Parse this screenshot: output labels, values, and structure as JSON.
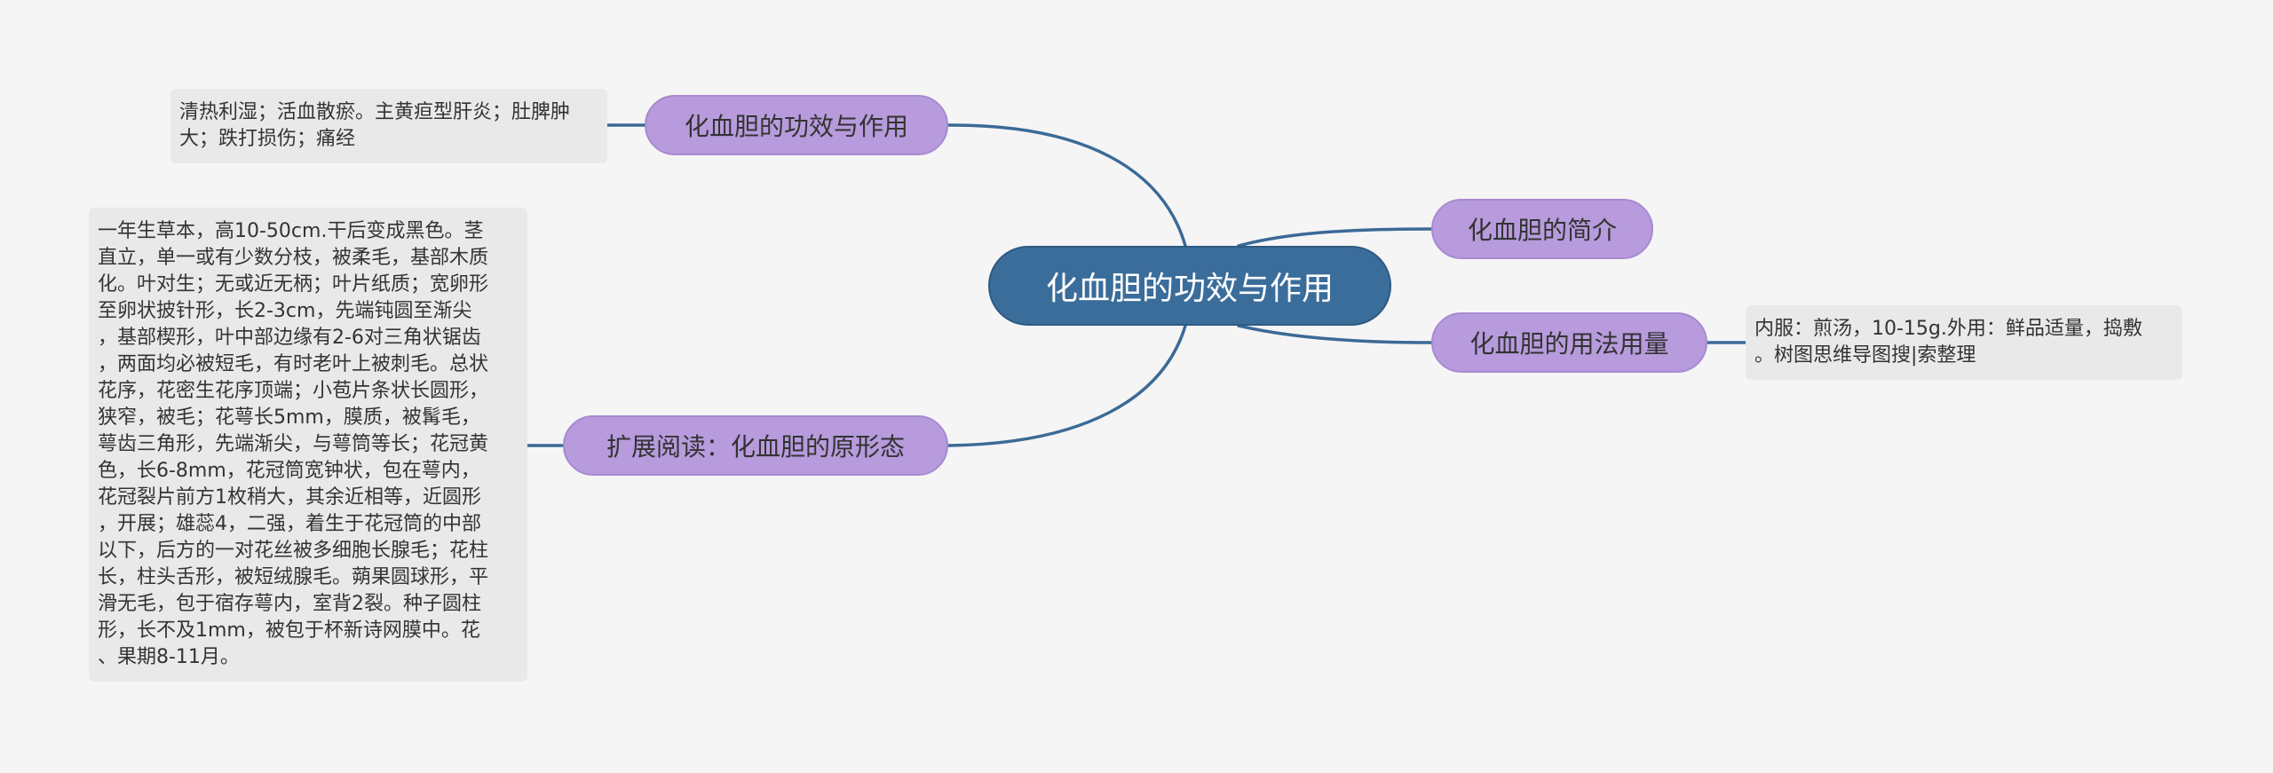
{
  "root": {
    "label": "化血胆的功效与作用"
  },
  "branches": {
    "effects": {
      "label": "化血胆的功效与作用"
    },
    "extended": {
      "label": "扩展阅读：化血胆的原形态"
    },
    "intro": {
      "label": "化血胆的简介"
    },
    "usage": {
      "label": "化血胆的用法用量"
    }
  },
  "leaves": {
    "effects": {
      "lines": [
        "清热利湿；活血散瘀。主黄疸型肝炎；肚脾肿",
        "大；跌打损伤；痛经"
      ]
    },
    "extended": {
      "lines": [
        "一年生草本，高10-50cm.干后变成黑色。茎",
        "直立，单一或有少数分枝，被柔毛，基部木质",
        "化。叶对生；无或近无柄；叶片纸质；宽卵形",
        "至卵状披针形，长2-3cm，先端钝圆至渐尖",
        "，基部楔形，叶中部边缘有2-6对三角状锯齿",
        "，两面均必被短毛，有时老叶上被刺毛。总状",
        "花序，花密生花序顶端；小苞片条状长圆形，",
        "狭窄，被毛；花萼长5mm，膜质，被髯毛，",
        "萼齿三角形，先端渐尖，与萼筒等长；花冠黄",
        "色，长6-8mm，花冠筒宽钟状，包在萼内，",
        "花冠裂片前方1枚稍大，其余近相等，近圆形",
        "，开展；雄蕊4，二强，着生于花冠筒的中部",
        "以下，后方的一对花丝被多细胞长腺毛；花柱",
        "长，柱头舌形，被短绒腺毛。蒴果圆球形，平",
        "滑无毛，包于宿存萼内，室背2裂。种子圆柱",
        "形，长不及1mm，被包于杯新诗网膜中。花",
        "、果期8-11月。"
      ]
    },
    "usage": {
      "lines": [
        "内服：煎汤，10-15g.外用：鲜品适量，捣敷",
        "。树图思维导图搜|索整理"
      ]
    }
  },
  "colors": {
    "root_fill": "#3b6d9b",
    "branch_fill": "#b79bdc",
    "leaf_fill": "#e9e9e9",
    "link_stroke": "#3b6a96",
    "background": "#f5f5f5"
  }
}
